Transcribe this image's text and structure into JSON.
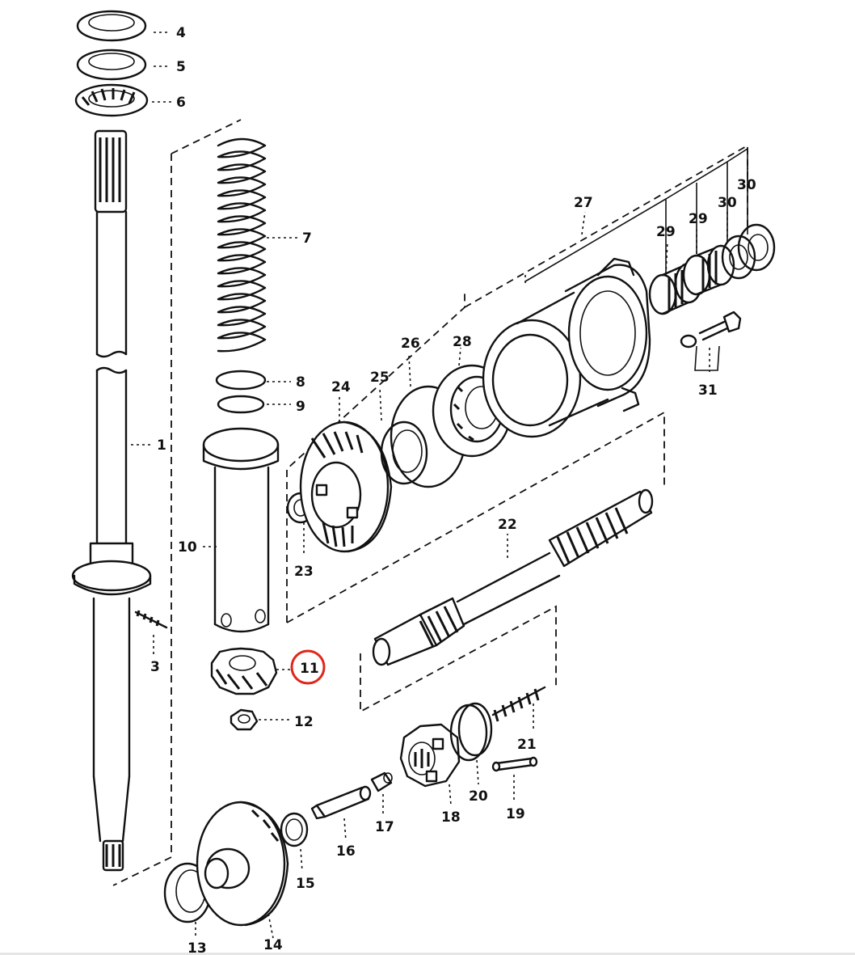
{
  "diagram": {
    "highlight_color": "#e0261b",
    "highlighted_part": "11",
    "labels": {
      "p1": "1",
      "p3": "3",
      "p4": "4",
      "p5": "5",
      "p6": "6",
      "p7": "7",
      "p8": "8",
      "p9": "9",
      "p10": "10",
      "p11": "11",
      "p12": "12",
      "p13": "13",
      "p14": "14",
      "p15": "15",
      "p16": "16",
      "p17": "17",
      "p18": "18",
      "p19": "19",
      "p20": "20",
      "p21": "21",
      "p22": "22",
      "p23": "23",
      "p24": "24",
      "p25": "25",
      "p26": "26",
      "p27": "27",
      "p28": "28",
      "p29a": "29",
      "p29b": "29",
      "p30a": "30",
      "p30b": "30",
      "p31": "31"
    }
  }
}
